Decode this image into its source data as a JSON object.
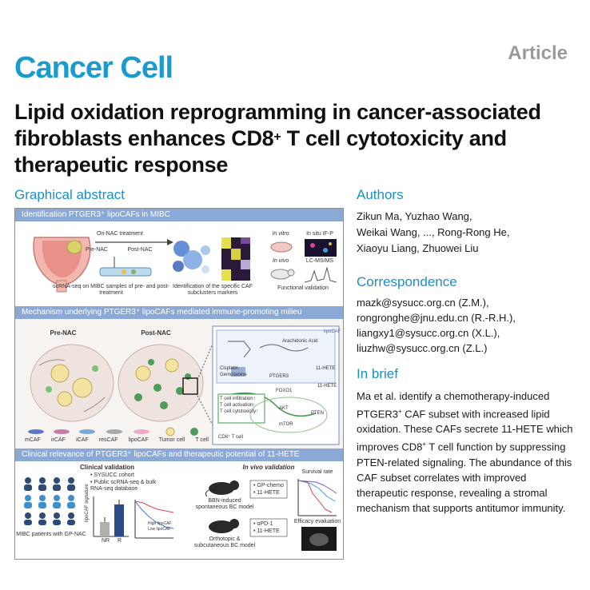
{
  "header": {
    "journal": "Cancer Cell",
    "article_type": "Article",
    "title_part1": "Lipid oxidation reprogramming in cancer-associated fibroblasts enhances CD8",
    "title_sup": "+",
    "title_part2": " T cell cytotoxicity and therapeutic response"
  },
  "graphical_abstract": {
    "heading": "Graphical abstract",
    "panel1": {
      "band": "Identification PTGER3⁺ lipoCAFs in MIBC",
      "on_nac": "On-NAC treatment",
      "pre_nac": "Pre-NAC",
      "post_nac": "Post-NAC",
      "scrna_caption": "scRNA-seq on MIBC samples of pre- and post-treatment",
      "ident_caption": "Identification of the specific CAF subclusters markers",
      "in_vitro": "In vitro",
      "in_situ": "In situ IF-P",
      "in_vivo": "In vivo",
      "lcms": "LC-MS/MS",
      "functional": "Functional validation"
    },
    "panel2": {
      "band": "Mechanism underlying PTGER3⁺ lipoCAFs mediated immune-promoting milieu",
      "pre_nac": "Pre-NAC",
      "post_nac": "Post-NAC",
      "lipocaf": "lipoCAF",
      "cisplatin": "Cisplatin",
      "gemcitabine": "Gemcitabine",
      "ptger3": "PTGER3",
      "arachidonic": "Arachidonic Acid",
      "hete": "11-HETE",
      "hete2": "11-HETE",
      "foxo": "FOXO1",
      "akt": "AKT",
      "mtor": "mTOR",
      "pten": "PTEN",
      "t_infil": "T cell infiltration↑",
      "t_act": "T cell activation↑",
      "t_cyto": "T cell cytotoxicity↑",
      "cd8": "CD8⁺ T cell",
      "legend": [
        "mCAF",
        "irCAF",
        "iCAF",
        "resCAF",
        "lipoCAF",
        "Tumor cell",
        "T cell"
      ]
    },
    "panel3": {
      "band": "Clinical relevance of PTGER3⁺ lipoCAFs and therapeutic potential of 11-HETE",
      "clinical": "Clinical validation",
      "in_vivo_val": "In vivo validation",
      "bullet1": "SYSUCC cohort",
      "bullet2": "Public scRNA-seq & bulk RNA-seq database",
      "mibc": "MIBC patients with GP-NAC",
      "ylabel": "lipoCAF signature",
      "nr": "NR",
      "r": "R",
      "high": "High lipoCAF",
      "low": "Low lipoCAF",
      "bbn": "BBN-induced spontaneous BC model",
      "ortho": "Orthotopic & subcutaneous BC model",
      "gp1": "GP-chemo",
      "gp2": "11-HETE",
      "pd1": "αPD-1",
      "pd2": "11-HETE",
      "survival": "Survival rate",
      "efficacy": "Efficacy evaluation"
    }
  },
  "authors": {
    "heading": "Authors",
    "line1": "Zikun Ma, Yuzhao Wang,",
    "line2": "Weikai Wang, ..., Rong-Rong He,",
    "line3": "Xiaoyu Liang, Zhuowei Liu"
  },
  "correspondence": {
    "heading": "Correspondence",
    "emails": [
      "mazk@sysucc.org.cn (Z.M.),",
      "rongronghe@jnu.edu.cn (R.-R.H.),",
      "liangxy1@sysucc.org.cn (X.L.),",
      "liuzhw@sysucc.org.cn (Z.L.)"
    ]
  },
  "in_brief": {
    "heading": "In brief",
    "t1": "Ma et al. identify a chemotherapy-induced PTGER3",
    "s1": "+",
    "t2": " CAF subset with increased lipid oxidation. These CAFs secrete 11-HETE which improves CD8",
    "s2": "+",
    "t3": " T cell function by suppressing PTEN-related signaling. The abundance of this CAF subset correlates with improved therapeutic response, revealing a stromal mechanism that supports antitumor immunity."
  },
  "colors": {
    "journal_blue": "#1a9bd0",
    "section_blue": "#1a8fc6",
    "band_blue": "#8aa9d6",
    "article_gray": "#9a9a9a"
  }
}
